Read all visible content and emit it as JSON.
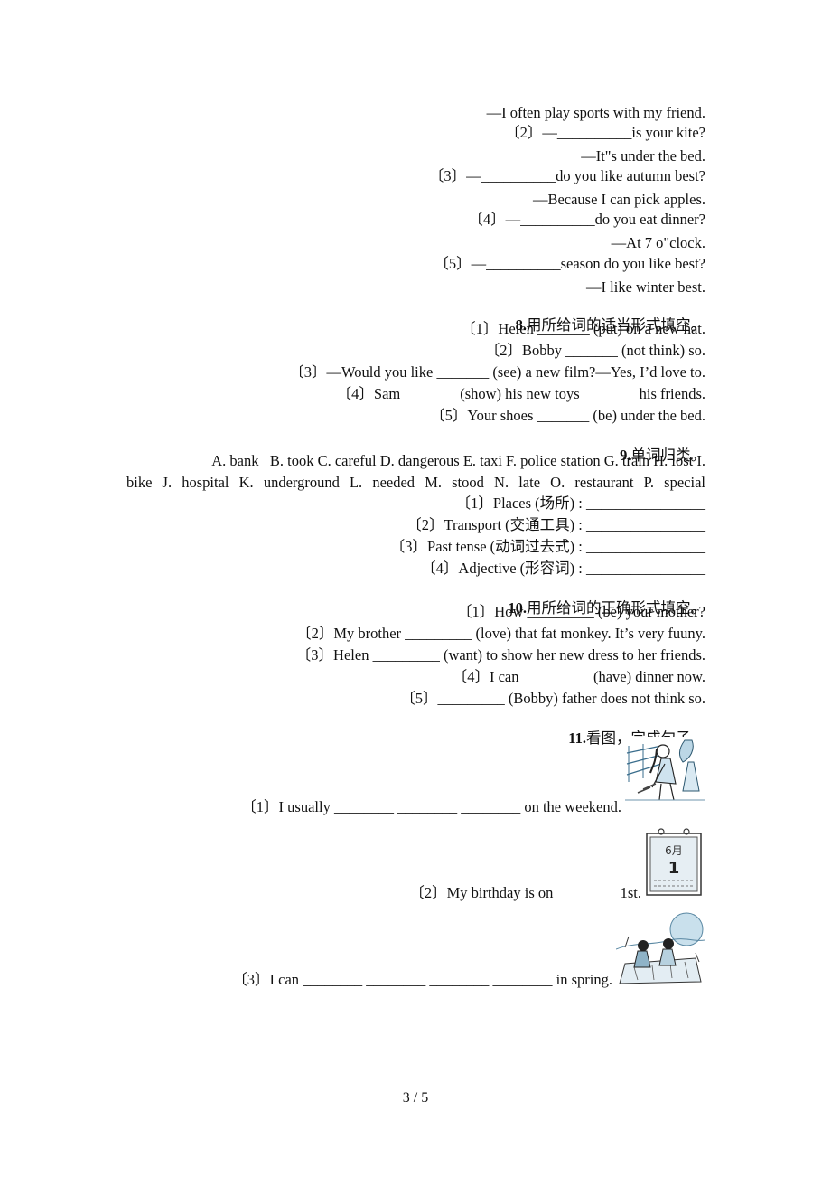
{
  "q7_lines": [
    "—I often play sports with my friend.",
    "〔2〕—__________is your kite?",
    "—It\"s under the bed.",
    "〔3〕—__________do you like autumn best?",
    "—Because I can pick apples.",
    "〔4〕—__________do you eat dinner?",
    "—At 7 o\"clock.",
    "〔5〕—__________season do you like best?",
    "—I like winter best."
  ],
  "q8": {
    "num": "8.",
    "title": "用所给词的适当形式填空。",
    "items": [
      "〔1〕Helen _______ (put) on a new hat.",
      "〔2〕Bobby _______ (not think) so.",
      "〔3〕—Would you like _______ (see) a new film?—Yes, I’d love to.",
      "〔4〕Sam _______ (show) his new toys _______ his friends.",
      "〔5〕Your shoes _______ (be) under the bed."
    ]
  },
  "q9": {
    "num": "9.",
    "title": "单词归类。",
    "word_line1": "A. bank   B. took C. careful D. dangerous E. taxi F. police station G. train H. lost I.",
    "word_line2": "bike  J. hospital   K. underground  L. needed   M. stood N. late O. restaurant P. special",
    "items": [
      "〔1〕Places (场所) : ________________",
      "〔2〕Transport (交通工具) : ________________",
      "〔3〕Past tense (动词过去式) : ________________",
      "〔4〕Adjective (形容词) : ________________"
    ]
  },
  "q10": {
    "num": "10.",
    "title": "用所给词的正确形式填空。",
    "items": [
      "〔1〕How _________ (be) your mother?",
      "〔2〕My brother _________ (love) that fat monkey. It’s very fuuny.",
      "〔3〕Helen _________ (want) to show her new dress to her friends.",
      "〔4〕I can _________ (have) dinner now.",
      "〔5〕_________ (Bobby) father does not think so."
    ]
  },
  "q11": {
    "num": "11.",
    "title": "看图，完成句子。",
    "items": [
      "〔1〕I usually ________ ________ ________ on the weekend.",
      "〔2〕My birthday is on ________ 1st.",
      "〔3〕I can ________ ________ ________ ________ in spring."
    ],
    "calendar_text": "6月",
    "calendar_day": "1"
  },
  "footer": "3 / 5"
}
